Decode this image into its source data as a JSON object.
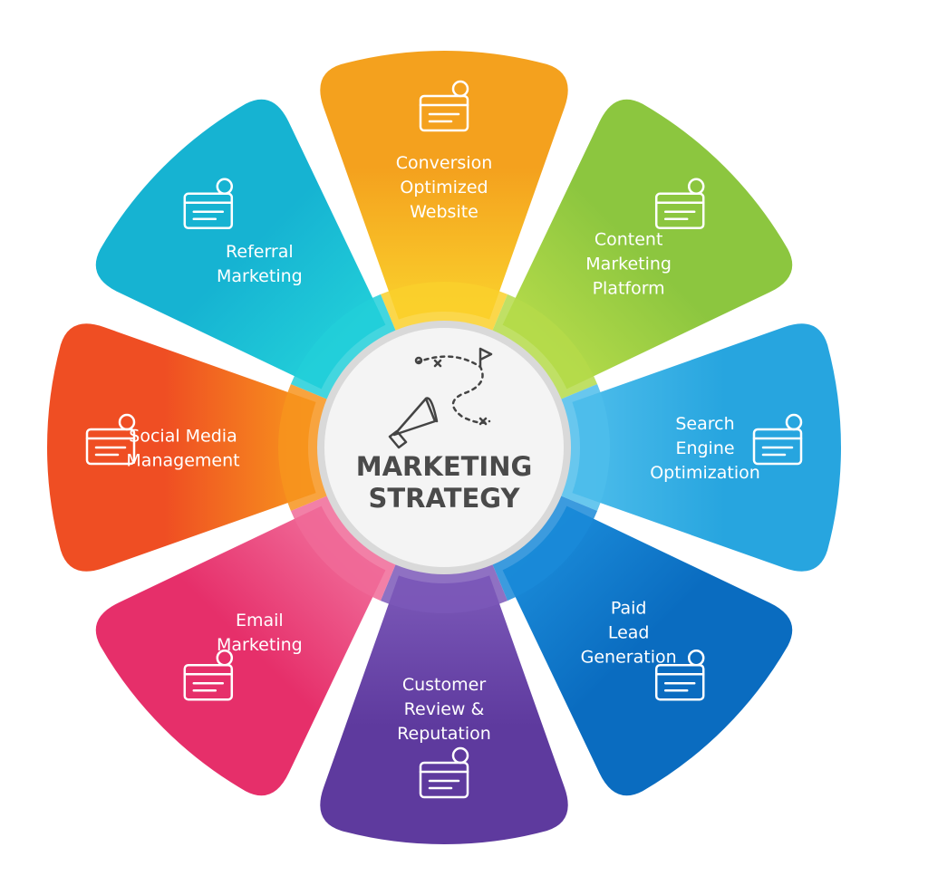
{
  "center": {
    "line1": "MARKETING",
    "line2": "STRATEGY",
    "icon": "megaphone-map-icon"
  },
  "petals": [
    {
      "id": "conversion-optimized-website",
      "lines": [
        "Conversion",
        "Optimized",
        "Website"
      ],
      "color": "#F4A11E",
      "color_light": "#FAD02C",
      "icon": "gear-webpage-icon"
    },
    {
      "id": "content-marketing-platform",
      "lines": [
        "Content",
        "Marketing",
        "Platform"
      ],
      "color": "#8CC63F",
      "color_light": "#B5DB4A",
      "icon": "laptop-megaphone-icon"
    },
    {
      "id": "search-engine-optimization",
      "lines": [
        "Search",
        "Engine",
        "Optimization"
      ],
      "color": "#27A5DF",
      "color_light": "#4DBDEB",
      "icon": "seo-magnifier-icon"
    },
    {
      "id": "paid-lead-generation",
      "lines": [
        "Paid",
        "Lead",
        "Generation"
      ],
      "color": "#0A6CC0",
      "color_light": "#1A8AD8",
      "icon": "funnel-dollar-icon"
    },
    {
      "id": "customer-review-reputation",
      "lines": [
        "Customer",
        "Review &",
        "Reputation"
      ],
      "color": "#5E3A9E",
      "color_light": "#7B58B8",
      "icon": "customer-stars-icon"
    },
    {
      "id": "email-marketing",
      "lines": [
        "Email",
        "Marketing"
      ],
      "color": "#E62F6A",
      "color_light": "#F06A98",
      "icon": "envelope-megaphone-icon"
    },
    {
      "id": "social-media-management",
      "lines": [
        "Social Media",
        "Management"
      ],
      "color": "#EF4E23",
      "color_light": "#F7941D",
      "icon": "social-gear-icon"
    },
    {
      "id": "referral-marketing",
      "lines": [
        "Referral",
        "Marketing"
      ],
      "color": "#16B3D2",
      "color_light": "#22CFD9",
      "icon": "people-megaphone-icon"
    }
  ]
}
